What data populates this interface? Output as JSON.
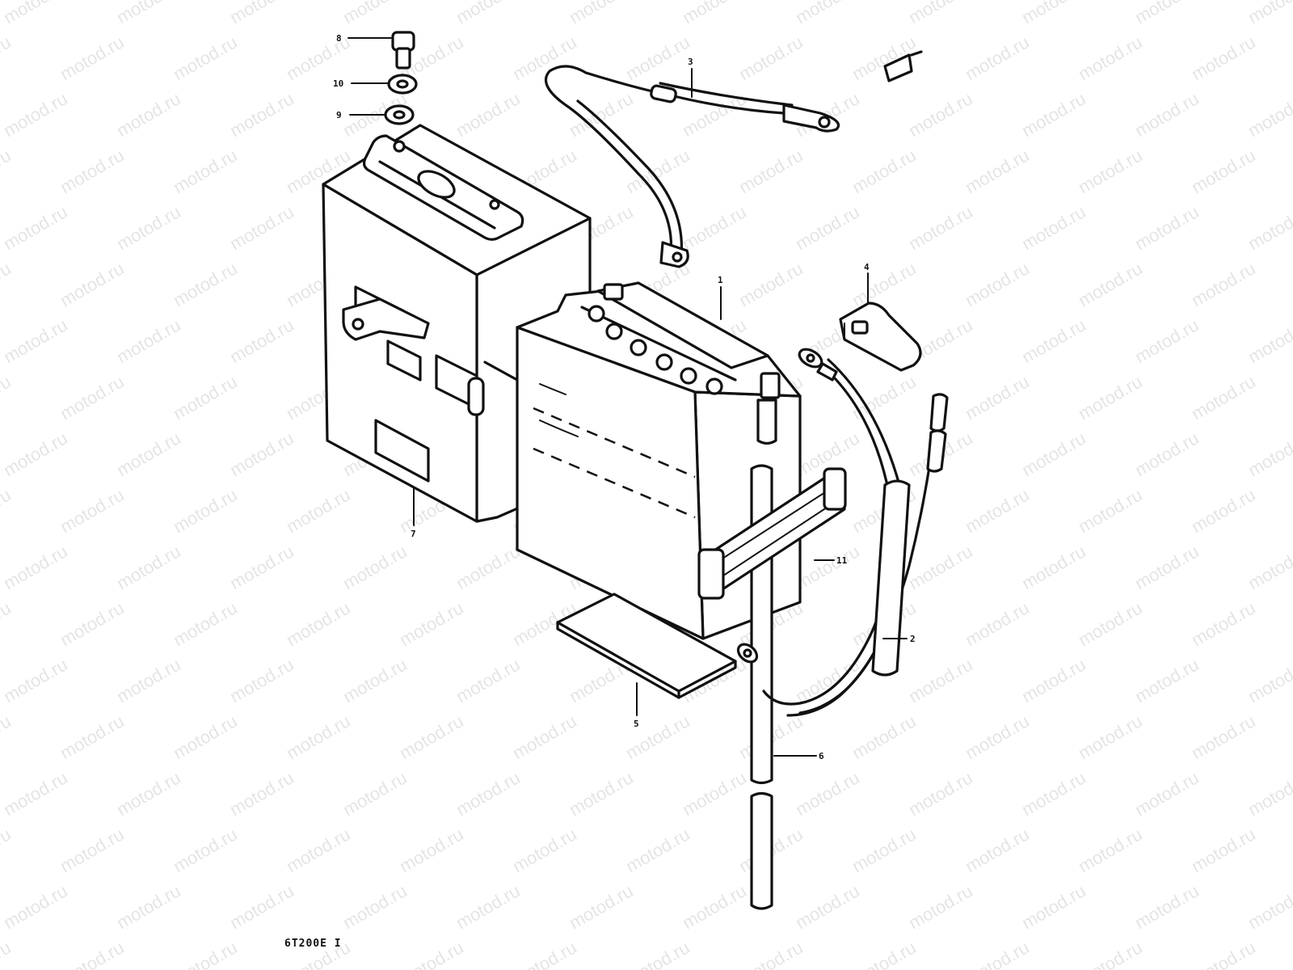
{
  "watermark": "motod.ru",
  "figure_code": "6T200E I",
  "colors": {
    "line": "#111111",
    "background": "#ffffff"
  },
  "parts": [
    {
      "id": "part-1",
      "label": "1"
    },
    {
      "id": "part-2",
      "label": "2"
    },
    {
      "id": "part-3",
      "label": "3"
    },
    {
      "id": "part-4",
      "label": "4"
    },
    {
      "id": "part-5",
      "label": "5"
    },
    {
      "id": "part-6",
      "label": "6"
    },
    {
      "id": "part-7",
      "label": "7"
    },
    {
      "id": "part-8",
      "label": "8"
    },
    {
      "id": "part-9",
      "label": "9"
    },
    {
      "id": "part-10",
      "label": "10"
    },
    {
      "id": "part-11",
      "label": "11"
    }
  ]
}
